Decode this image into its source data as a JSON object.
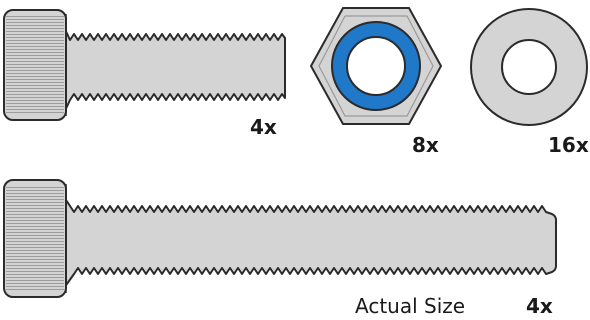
{
  "parts": {
    "short_screw": {
      "quantity": "4x"
    },
    "hex_nut": {
      "quantity": "8x"
    },
    "washer": {
      "quantity": "16x"
    },
    "long_screw": {
      "quantity": "4x"
    }
  },
  "caption": "Actual Size",
  "colors": {
    "metal_fill": "#d4d4d4",
    "metal_outline": "#2b2b2b",
    "nut_insert": "#1f78c8",
    "text": "#1a1a1a"
  }
}
